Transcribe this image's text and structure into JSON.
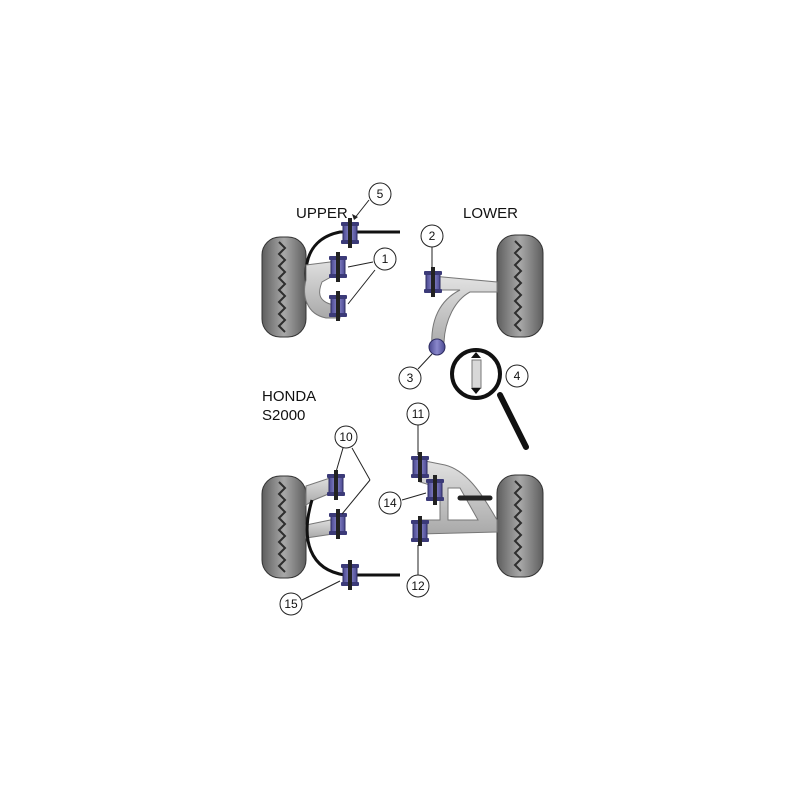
{
  "labels": {
    "upper": "UPPER",
    "lower": "LOWER",
    "make": "HONDA",
    "model": "S2000"
  },
  "callouts": [
    "1",
    "2",
    "3",
    "4",
    "5",
    "10",
    "11",
    "12",
    "14",
    "15"
  ],
  "colors": {
    "bush": "#6d6bb0",
    "bush_dark": "#3b3a78",
    "arm": "#c8c8c8",
    "tyre": "#7f7f7f",
    "tyre_tread": "#2e2e2e",
    "bar": "#111111"
  }
}
